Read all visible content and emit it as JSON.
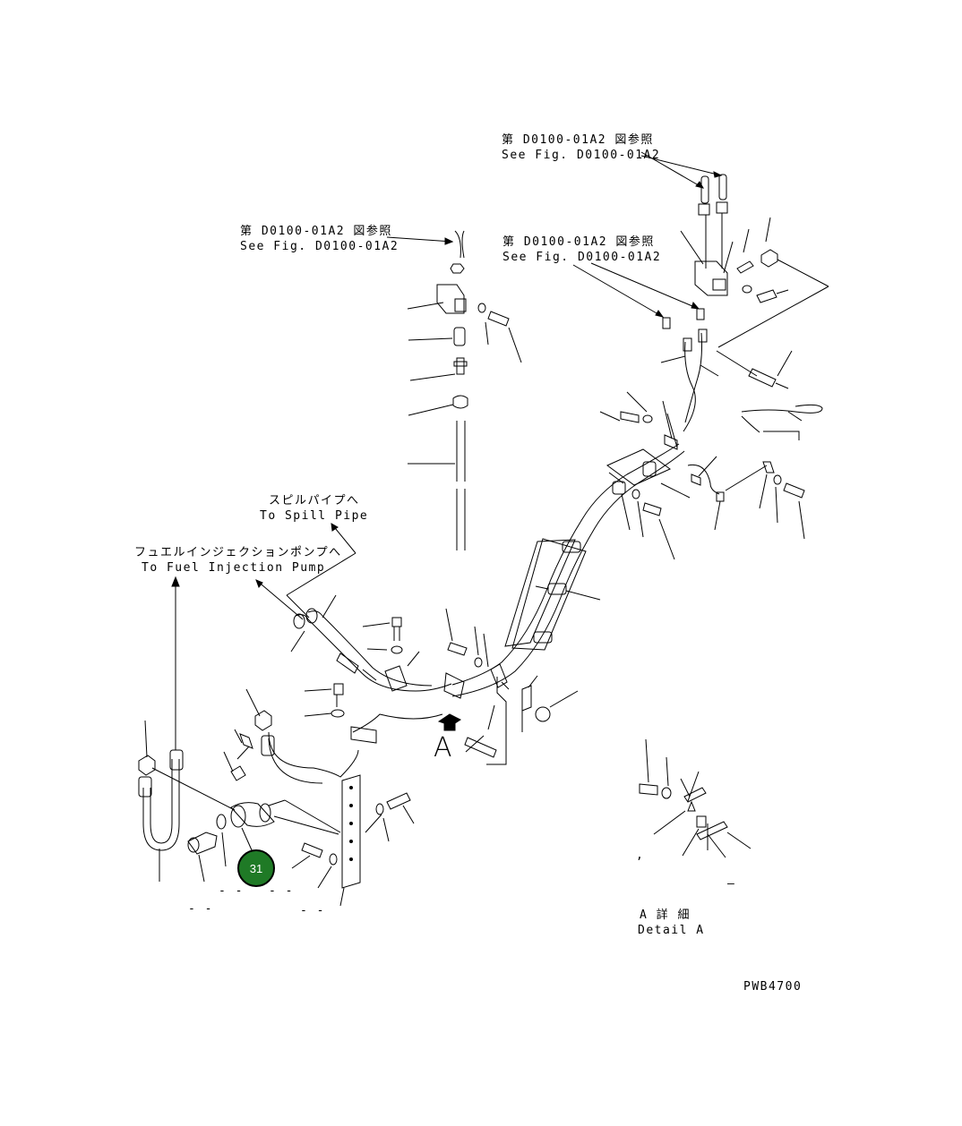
{
  "references": {
    "ref_top_right": {
      "jp": "第 D0100-01A2 図参照",
      "en": "See Fig. D0100-01A2"
    },
    "ref_left": {
      "jp": "第 D0100-01A2 図参照",
      "en": "See Fig. D0100-01A2"
    },
    "ref_mid_right": {
      "jp": "第 D0100-01A2 図参照",
      "en": "See Fig. D0100-01A2"
    }
  },
  "destinations": {
    "spill_pipe": {
      "jp": "スピルパイプへ",
      "en": "To Spill Pipe"
    },
    "fuel_injection_pump": {
      "jp": "フュエルインジェクションポンプへ",
      "en": "To Fuel Injection Pump"
    }
  },
  "view_marker": "A",
  "detail_label": {
    "jp": "A 詳 細",
    "en": "Detail A"
  },
  "part_callout": "31",
  "drawing_code": "PWB4700",
  "dash_marks": [
    "- -",
    "- -",
    "- -",
    "- -",
    "–",
    ","
  ]
}
